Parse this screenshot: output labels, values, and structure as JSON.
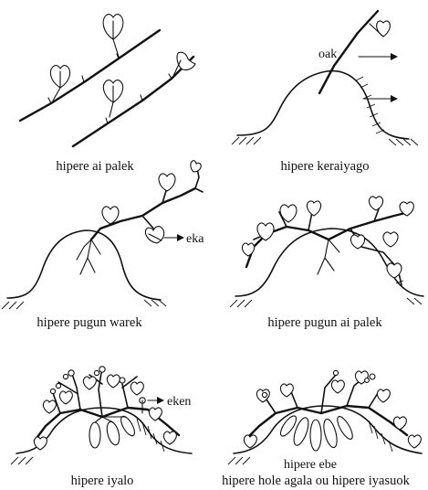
{
  "panels": [
    {
      "caption": "hipere ai palek"
    },
    {
      "caption": "hipere keraiyago",
      "label": "oak"
    },
    {
      "caption": "hipere pugun warek",
      "label": "eka"
    },
    {
      "caption": "hipere pugun ai palek"
    },
    {
      "caption": "hipere iyalo",
      "label": "eken"
    },
    {
      "caption": "hipere hole agala ou hipere iyasuok",
      "label": "hipere ebe"
    }
  ],
  "icons": [
    "leaf-icon",
    "arrow-icon",
    "mound-icon",
    "root-icon",
    "tuber-icon",
    "flower-bud-icon"
  ]
}
